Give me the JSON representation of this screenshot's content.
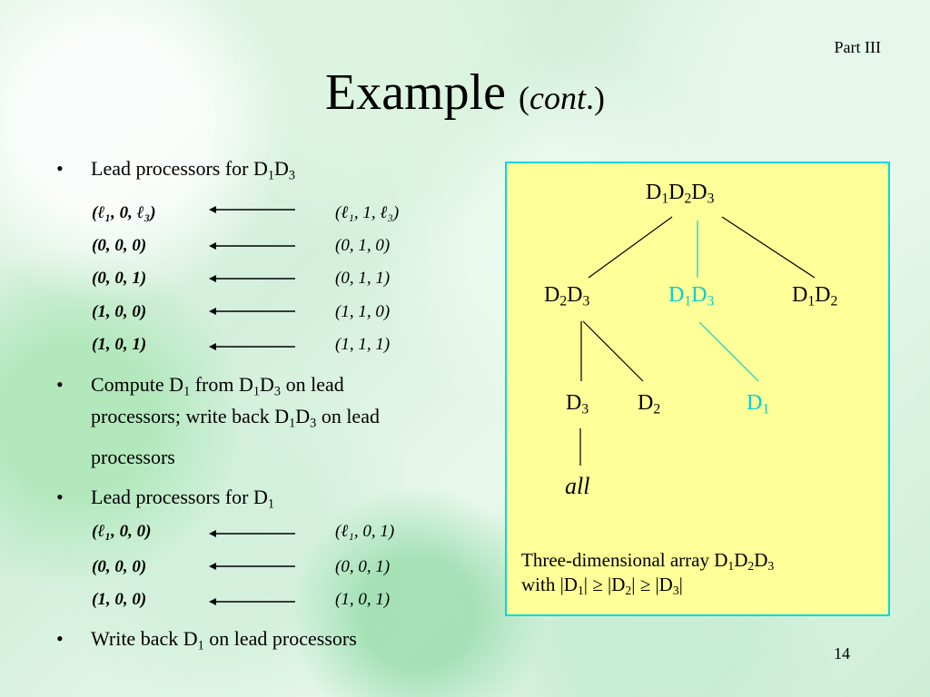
{
  "header": {
    "part_label": "Part III",
    "title_main": "Example ",
    "title_open_paren": "(",
    "title_cont": "cont",
    "title_close": ".)"
  },
  "bullets": [
    {
      "symbol": "•",
      "text": "Lead processors for D",
      "s1": "1",
      "t1": "D",
      "s2": "3"
    },
    {
      "symbol": "•",
      "text": "Compute D",
      "s1": "1",
      "t1": " from D",
      "s2": "1",
      "t2": "D",
      "s3": "3",
      "t3": " on lead",
      "line2": "processors;  write back D",
      "l2s1": "1",
      "l2t1": "D",
      "l2s2": "3",
      "l2t2": " on lead",
      "line3": "processors"
    },
    {
      "symbol": "•",
      "text": "Lead processors for D",
      "s1": "1"
    },
    {
      "symbol": "•",
      "text": "Write back D",
      "s1": "1",
      "t1": " on lead processors"
    }
  ],
  "mapping1": [
    {
      "left": "(ℓ₁, 0, ℓ₃)",
      "right": "(ℓ₁, 1, ℓ₃)"
    },
    {
      "left": "(0, 0, 0)",
      "right": "(0, 1, 0)"
    },
    {
      "left": "(0, 0, 1)",
      "right": "(0, 1, 1)"
    },
    {
      "left": "(1, 0, 0)",
      "right": "(1, 1, 0)"
    },
    {
      "left": "(1, 0, 1)",
      "right": "(1, 1, 1)"
    }
  ],
  "mapping2": [
    {
      "left": "(ℓ₁, 0, 0)",
      "right": "(ℓ₁, 0, 1)"
    },
    {
      "left": "(0, 0, 0)",
      "right": "(0, 0, 1)"
    },
    {
      "left": "(1, 0, 0)",
      "right": "(1, 0, 1)"
    }
  ],
  "tree": {
    "root": {
      "a": "D",
      "as": "1",
      "b": "D",
      "bs": "2",
      "c": "D",
      "cs": "3"
    },
    "l1_left": {
      "a": "D",
      "as": "2",
      "b": "D",
      "bs": "3"
    },
    "l1_mid": {
      "a": "D",
      "as": "1",
      "b": "D",
      "bs": "3"
    },
    "l1_right": {
      "a": "D",
      "as": "1",
      "b": "D",
      "bs": "2"
    },
    "l2_a": {
      "a": "D",
      "as": "3"
    },
    "l2_b": {
      "a": "D",
      "as": "2"
    },
    "l2_c": {
      "a": "D",
      "as": "1"
    },
    "leaf": "all",
    "highlight_color": "#00d0d0"
  },
  "caption": {
    "line1": "Three-dimensional array D",
    "l1s1": "1",
    "l1t1": "D",
    "l1s2": "2",
    "l1t2": "D",
    "l1s3": "3",
    "line2a": "with |D",
    "l2s1": "1",
    "l2t1": "| ≥ |D",
    "l2s2": "2",
    "l2t2": "| ≥ |D",
    "l2s3": "3",
    "l2t3": "|"
  },
  "page_number": "14",
  "colors": {
    "panel_bg": "#ffff99",
    "panel_border": "#00d8d8",
    "highlight": "#00d0d0"
  }
}
